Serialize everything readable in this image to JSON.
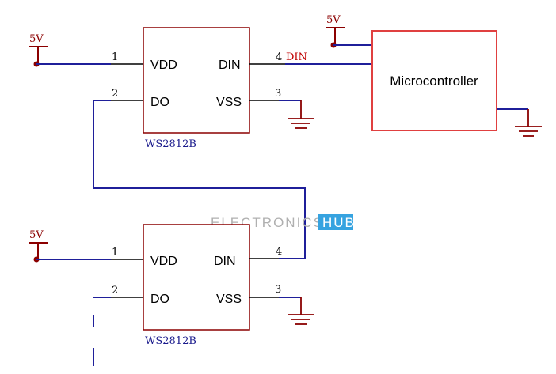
{
  "colors": {
    "wire": "#1f1f9a",
    "stub": "#8b0000",
    "ic_border": "#8b0000",
    "mcu_border": "#e04040",
    "net_label": "#c00000",
    "pin_number": "#000000",
    "part_label": "#1a1a8c",
    "watermark_text": "#b0b0b0",
    "watermark_badge": "#36a3e0"
  },
  "power_labels": {
    "chip1_5v": "5V",
    "mcu_5v": "5V",
    "chip2_5v": "5V"
  },
  "chip1": {
    "pin_vdd": "VDD",
    "pin_do": "DO",
    "pin_din": "DIN",
    "pin_vss": "VSS",
    "pin1_num": "1",
    "pin2_num": "2",
    "pin3_num": "3",
    "pin4_num": "4",
    "part_name": "WS2812B"
  },
  "chip2": {
    "pin_vdd": "VDD",
    "pin_do": "DO",
    "pin_din": "DIN",
    "pin_vss": "VSS",
    "pin1_num": "1",
    "pin2_num": "2",
    "pin3_num": "3",
    "pin4_num": "4",
    "part_name": "WS2812B"
  },
  "net_label_din": "DIN",
  "microcontroller": {
    "label": "Microcontroller"
  },
  "watermark": {
    "text": "ELECTRONICS",
    "badge": "HUB"
  }
}
